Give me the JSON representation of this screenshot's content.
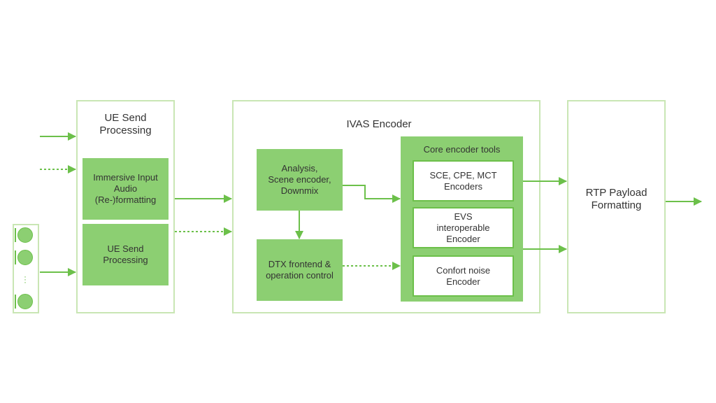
{
  "ue_send": {
    "title": "UE Send\nProcessing",
    "input_box": "Immersive Input\nAudio\n(Re-)formatting",
    "processing_box": "UE Send\nProcessing"
  },
  "ivas": {
    "title": "IVAS Encoder",
    "analysis_box": "Analysis,\nScene encoder,\nDownmix",
    "dtx_box": "DTX frontend &\noperation control",
    "core": {
      "title": "Core encoder tools",
      "tools": [
        "SCE, CPE, MCT\nEncoders",
        "EVS\ninteroperable\nEncoder",
        "Confort noise\nEncoder"
      ]
    }
  },
  "rtp": {
    "title": "RTP Payload\nFormatting"
  },
  "colors": {
    "accent": "#6cc04a",
    "box_fill": "#8ccf72",
    "frame_border": "#c9e6b4",
    "text": "#333333"
  },
  "icons": [
    "microphone-array-icon"
  ]
}
